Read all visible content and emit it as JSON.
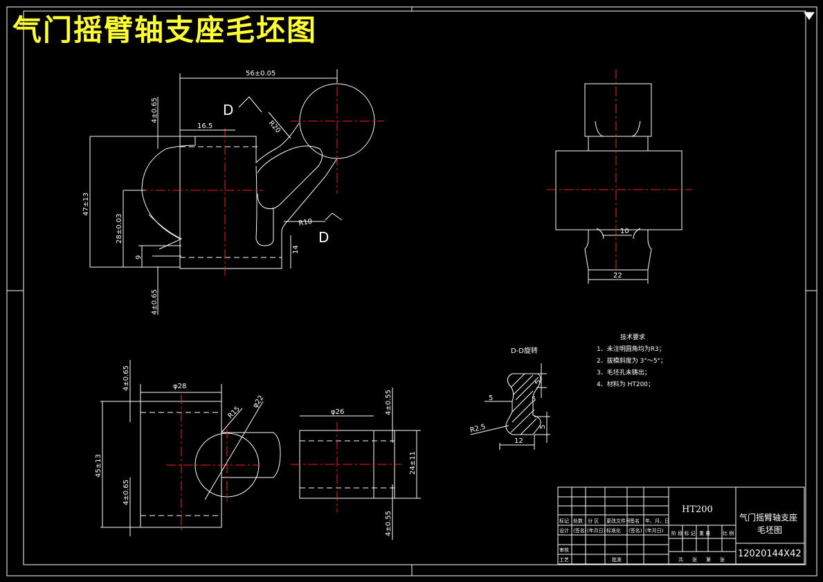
{
  "title": "气门摇臂轴支座毛坯图",
  "dims": {
    "d56": "56±0.05",
    "d16": "16.5",
    "dR20": "R20",
    "dD1": "D",
    "dD2": "D",
    "dR10": "R10",
    "d4a": "4±0.65",
    "d47": "47±13",
    "d28": "28±0.03",
    "d9": "9",
    "d14": "14",
    "d4b": "4±0.65",
    "d10": "10",
    "d22": "22",
    "dphi28": "φ28",
    "dR15": "R15",
    "dphi22": "φ22",
    "dphi26": "φ26",
    "d4c": "4±0.65",
    "d45": "45±13",
    "d4d": "4±0.65",
    "d4e": "4±0.55",
    "d24": "24±11",
    "d4f": "4±0.55",
    "ddd": "D-D旋转",
    "d5a": "5",
    "d5b": "5",
    "d5c": "5",
    "d5d": "5",
    "dR25": "R2.5",
    "d12": "12"
  },
  "notes": {
    "heading": "技术要求",
    "items": [
      "1、未注明圆角均为R3；",
      "2、拔模斜度为 3°～5°；",
      "3、毛坯孔未铸出；",
      "4、材料为 HT200；"
    ]
  },
  "title_block": {
    "material": "HT200",
    "part_name_1": "气门摇臂轴支座",
    "part_name_2": "毛坯图",
    "code": "12020144X42",
    "header_labels": [
      "标记",
      "处数",
      "分 区",
      "更改文件号",
      "签名",
      "年、月、日"
    ],
    "row2": [
      "(签名)",
      "(年月日)",
      "标准化",
      "(签名)",
      "(年月日)"
    ],
    "rows": [
      "设计",
      "审核",
      "工艺"
    ],
    "batch": "批准",
    "stage_labels": [
      "阶 段 标 记",
      "重 量",
      "比 例"
    ],
    "sheet_labels": [
      "共",
      "张",
      "第",
      "张"
    ]
  }
}
